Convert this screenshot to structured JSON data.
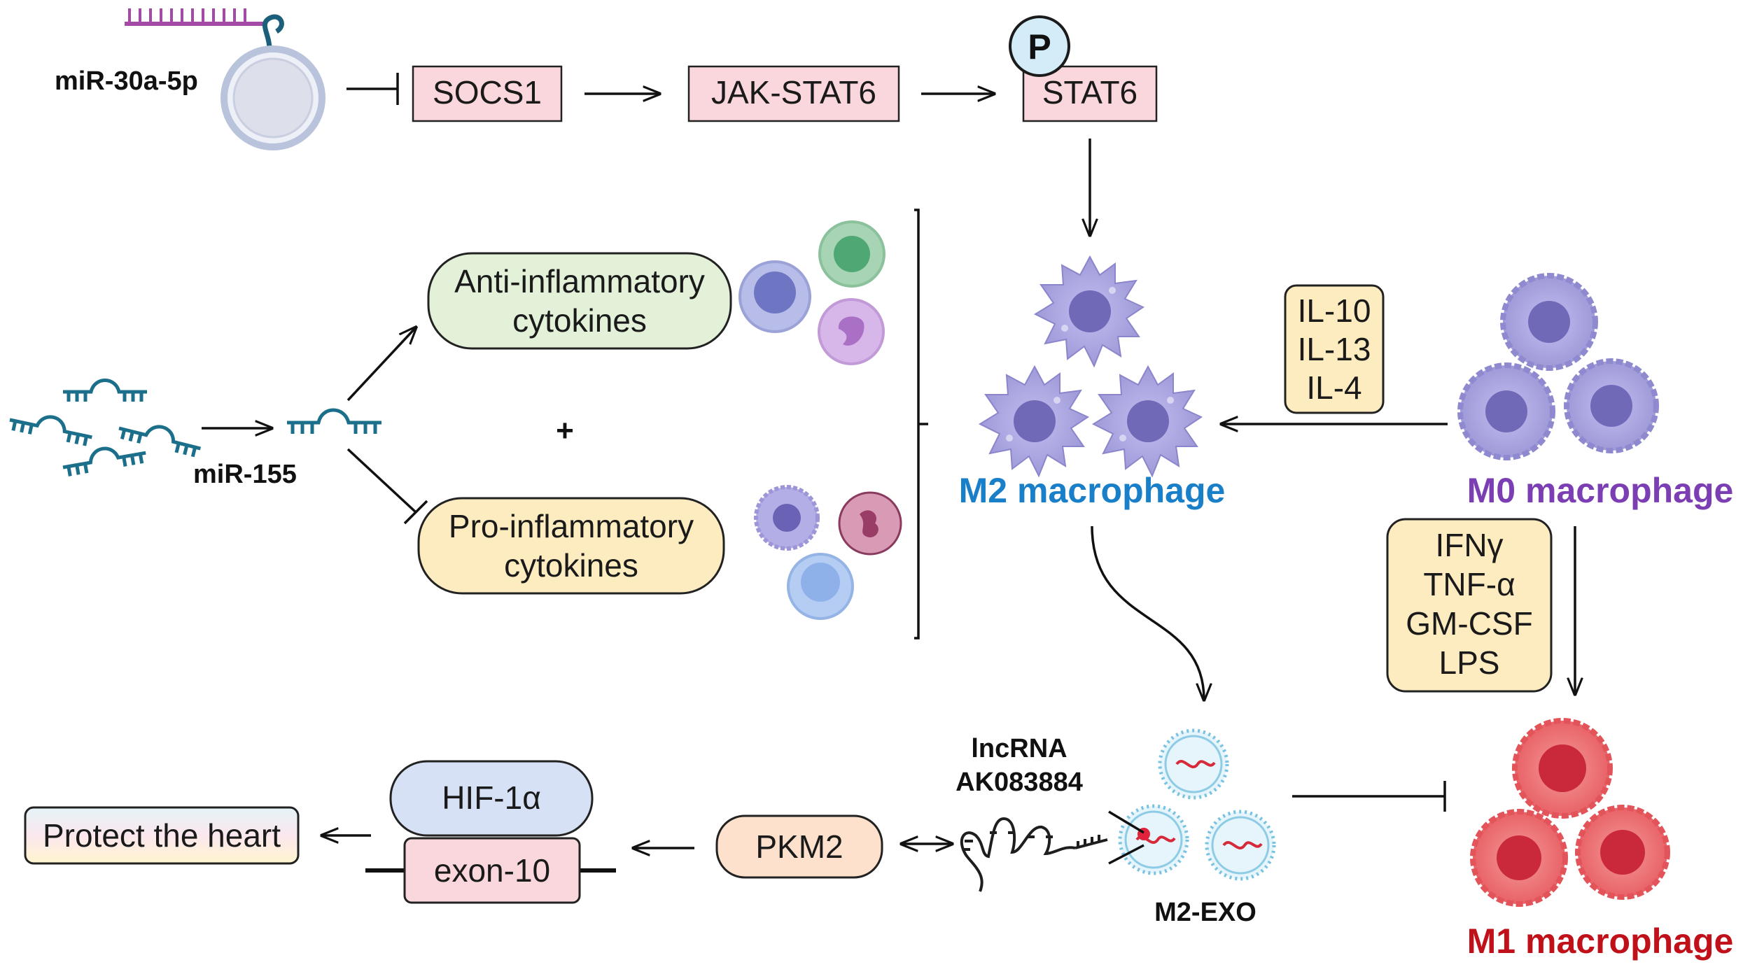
{
  "pathway": {
    "mirna_top": "miR-30a-5p",
    "socs1": "SOCS1",
    "jak_stat6": "JAK-STAT6",
    "stat6": "STAT6",
    "phospho": "P"
  },
  "mir155": {
    "label": "miR-155",
    "plus": "+",
    "anti_line1": "Anti-inflammatory",
    "anti_line2": "cytokines",
    "pro_line1": "Pro-inflammatory",
    "pro_line2": "cytokines"
  },
  "macrophages": {
    "m2": "M2 macrophage",
    "m0": "M0 macrophage",
    "m1": "M1 macrophage"
  },
  "m2_inducers": [
    "IL-10",
    "IL-13",
    "IL-4"
  ],
  "m1_inducers": [
    "IFNγ",
    "TNF-α",
    "GM-CSF",
    "LPS"
  ],
  "exosome": {
    "lnc_line1": "lncRNA",
    "lnc_line2": "AK083884",
    "label": "M2-EXO"
  },
  "bottom": {
    "pkm2": "PKM2",
    "hif": "HIF-1α",
    "exon": "exon-10",
    "protect": "Protect the heart"
  },
  "colors": {
    "m2_text": "#1a7fc9",
    "m0_text": "#7b3fb3",
    "m1_text": "#c0101a",
    "pink_box": "#f9d7dc",
    "green_pill": "#e3f1d9",
    "yellow_pill": "#fdecc0",
    "blue_pill": "#d6e1f5",
    "peach_pill": "#fde1cc",
    "macrophage_purple": "#a9a4e0",
    "macrophage_red": "#ef6f72",
    "rna_teal": "#1b6f8a"
  }
}
